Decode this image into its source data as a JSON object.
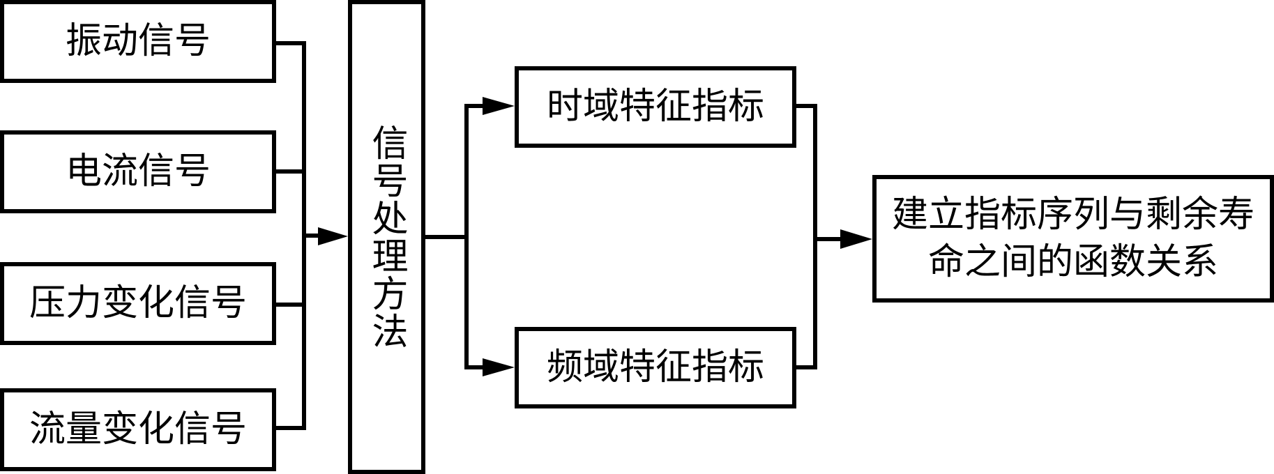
{
  "diagram": {
    "inputs": [
      {
        "label": "振动信号"
      },
      {
        "label": "电流信号"
      },
      {
        "label": "压力变化信号"
      },
      {
        "label": "流量变化信号"
      }
    ],
    "processing": {
      "label": "信号处理方法"
    },
    "features": [
      {
        "label": "时域特征指标"
      },
      {
        "label": "频域特征指标"
      }
    ],
    "output": {
      "label": "建立指标序列与剩余寿命之间的函数关系"
    },
    "edges": [
      {
        "from": "振动信号",
        "to": "信号处理方法"
      },
      {
        "from": "电流信号",
        "to": "信号处理方法"
      },
      {
        "from": "压力变化信号",
        "to": "信号处理方法"
      },
      {
        "from": "流量变化信号",
        "to": "信号处理方法"
      },
      {
        "from": "信号处理方法",
        "to": "时域特征指标"
      },
      {
        "from": "信号处理方法",
        "to": "频域特征指标"
      },
      {
        "from": "时域特征指标",
        "to": "建立指标序列与剩余寿命之间的函数关系"
      },
      {
        "from": "频域特征指标",
        "to": "建立指标序列与剩余寿命之间的函数关系"
      }
    ]
  }
}
